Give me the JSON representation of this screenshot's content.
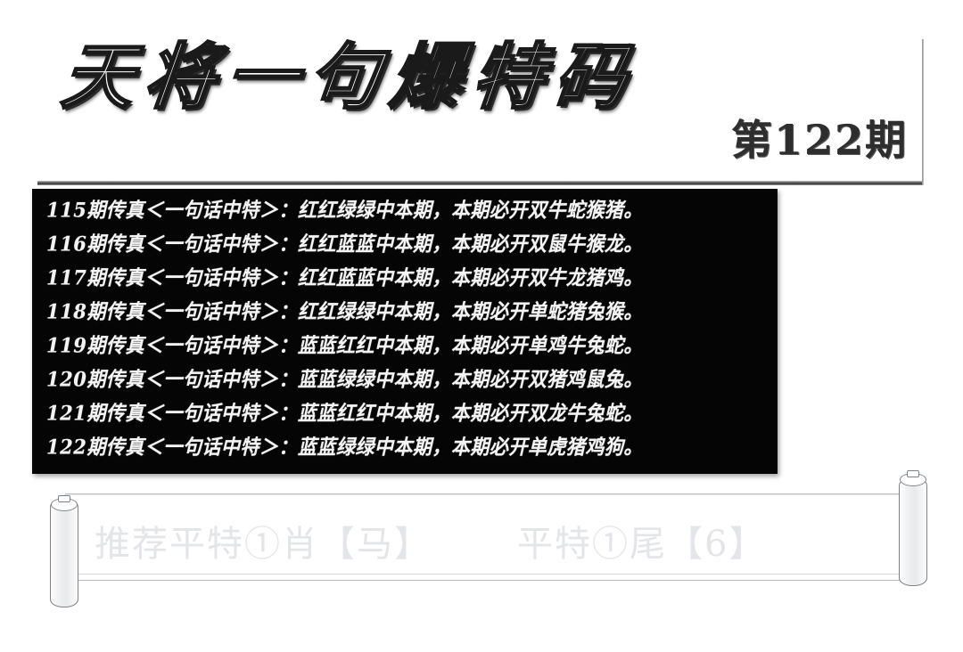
{
  "header": {
    "title": "天将一句爆特码",
    "issue": "第122期"
  },
  "forecast_panel": {
    "rows": [
      {
        "text": "115期传真＜一句话中特＞：红红绿绿中本期，本期必开双牛蛇猴猪。"
      },
      {
        "text": "116期传真＜一句话中特＞：红红蓝蓝中本期，本期必开双鼠牛猴龙。"
      },
      {
        "text": "117期传真＜一句话中特＞：红红蓝蓝中本期，本期必开双牛龙猪鸡。"
      },
      {
        "text": "118期传真＜一句话中特＞：红红绿绿中本期，本期必开单蛇猪兔猴。"
      },
      {
        "text": "119期传真＜一句话中特＞：蓝蓝红红中本期，本期必开单鸡牛兔蛇。"
      },
      {
        "text": "120期传真＜一句话中特＞：蓝蓝绿绿中本期，本期必开双猪鸡鼠兔。"
      },
      {
        "text": "121期传真＜一句话中特＞：蓝蓝红红中本期，本期必开双龙牛兔蛇。"
      },
      {
        "text": "122期传真＜一句话中特＞：蓝蓝绿绿中本期，本期必开单虎猪鸡狗。"
      }
    ]
  },
  "scroll_banner": {
    "left_text": "推荐平特①肖【马】",
    "right_text": "平特①尾【6】"
  },
  "colors": {
    "panel_background": "#050505",
    "panel_text": "#f4f4f4",
    "issue_text": "#2e2e2e",
    "scroll_text": "#e3e5e8",
    "page_background": "#ffffff"
  }
}
